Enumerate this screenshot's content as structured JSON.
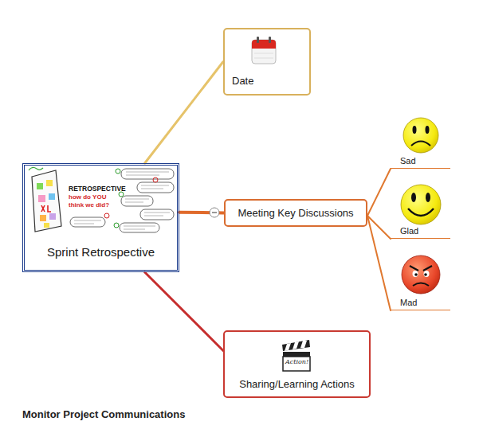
{
  "diagram": {
    "caption": "Monitor Project Communications",
    "nodes": [
      {
        "text": [
          "Sprint Retrospective"
        ]
      },
      {
        "text": [
          "Date"
        ]
      },
      {
        "text": [
          "Meeting Key Discussions"
        ]
      },
      {
        "text": [
          "Sad"
        ]
      },
      {
        "text": [
          "Glad"
        ]
      },
      {
        "text": [
          "Mad"
        ]
      },
      {
        "text": [
          "Sharing/Learning Actions"
        ]
      }
    ],
    "edges": [
      {
        "from": 0,
        "to": 1,
        "arrow": "none"
      },
      {
        "from": 0,
        "to": 2,
        "arrow": "none"
      },
      {
        "from": 0,
        "to": 6,
        "arrow": "none"
      },
      {
        "from": 2,
        "to": 3,
        "arrow": "none"
      },
      {
        "from": 2,
        "to": 4,
        "arrow": "none"
      },
      {
        "from": 2,
        "to": 5,
        "arrow": "none"
      }
    ],
    "labels": [
      "RETROSPECTIVE",
      "how do YOU think we did?",
      "Action!"
    ]
  }
}
